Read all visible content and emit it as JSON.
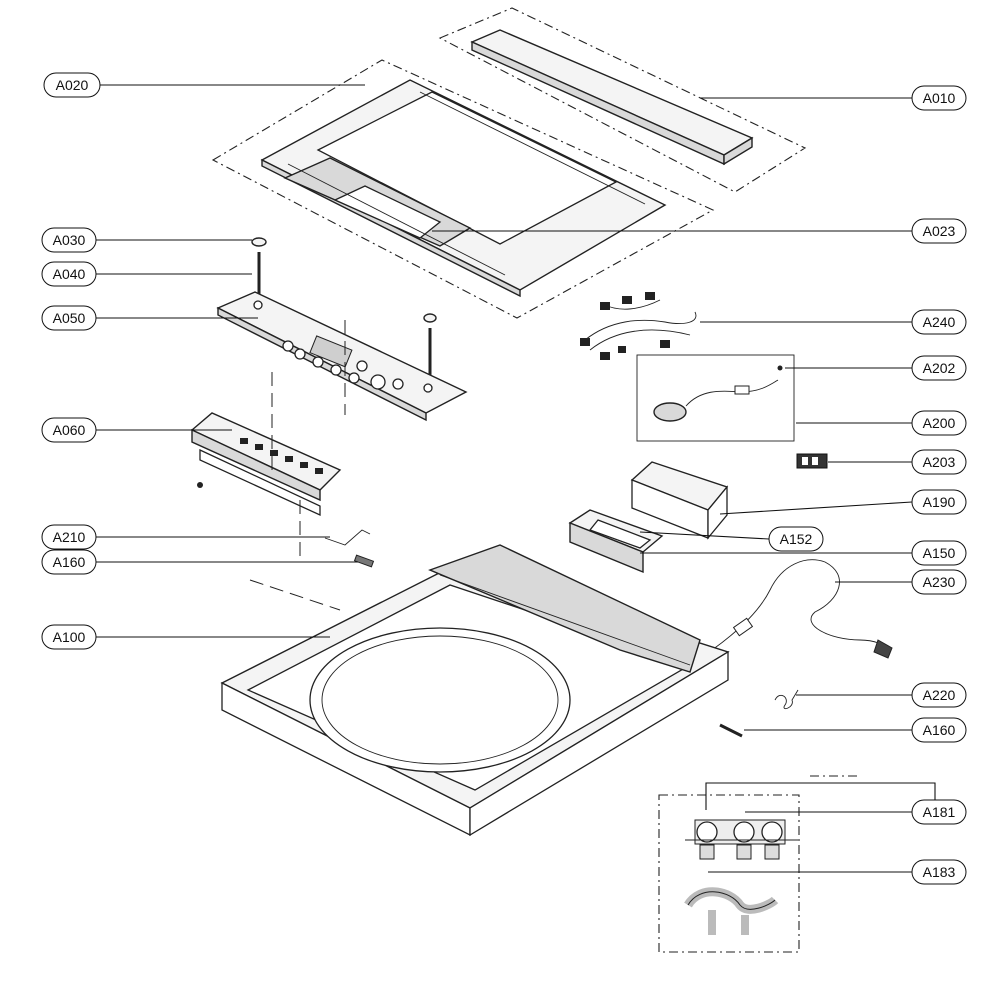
{
  "diagram": {
    "callouts": [
      {
        "id": "a010",
        "label": "A010"
      },
      {
        "id": "a020",
        "label": "A020"
      },
      {
        "id": "a023",
        "label": "A023"
      },
      {
        "id": "a030",
        "label": "A030"
      },
      {
        "id": "a040",
        "label": "A040"
      },
      {
        "id": "a050",
        "label": "A050"
      },
      {
        "id": "a060",
        "label": "A060"
      },
      {
        "id": "a240",
        "label": "A240"
      },
      {
        "id": "a202",
        "label": "A202"
      },
      {
        "id": "a200",
        "label": "A200"
      },
      {
        "id": "a203",
        "label": "A203"
      },
      {
        "id": "a190",
        "label": "A190"
      },
      {
        "id": "a152",
        "label": "A152"
      },
      {
        "id": "a150",
        "label": "A150"
      },
      {
        "id": "a210",
        "label": "A210"
      },
      {
        "id": "a160a",
        "label": "A160"
      },
      {
        "id": "a230",
        "label": "A230"
      },
      {
        "id": "a100",
        "label": "A100"
      },
      {
        "id": "a220",
        "label": "A220"
      },
      {
        "id": "a160b",
        "label": "A160"
      },
      {
        "id": "a181",
        "label": "A181"
      },
      {
        "id": "a183",
        "label": "A183"
      }
    ]
  }
}
